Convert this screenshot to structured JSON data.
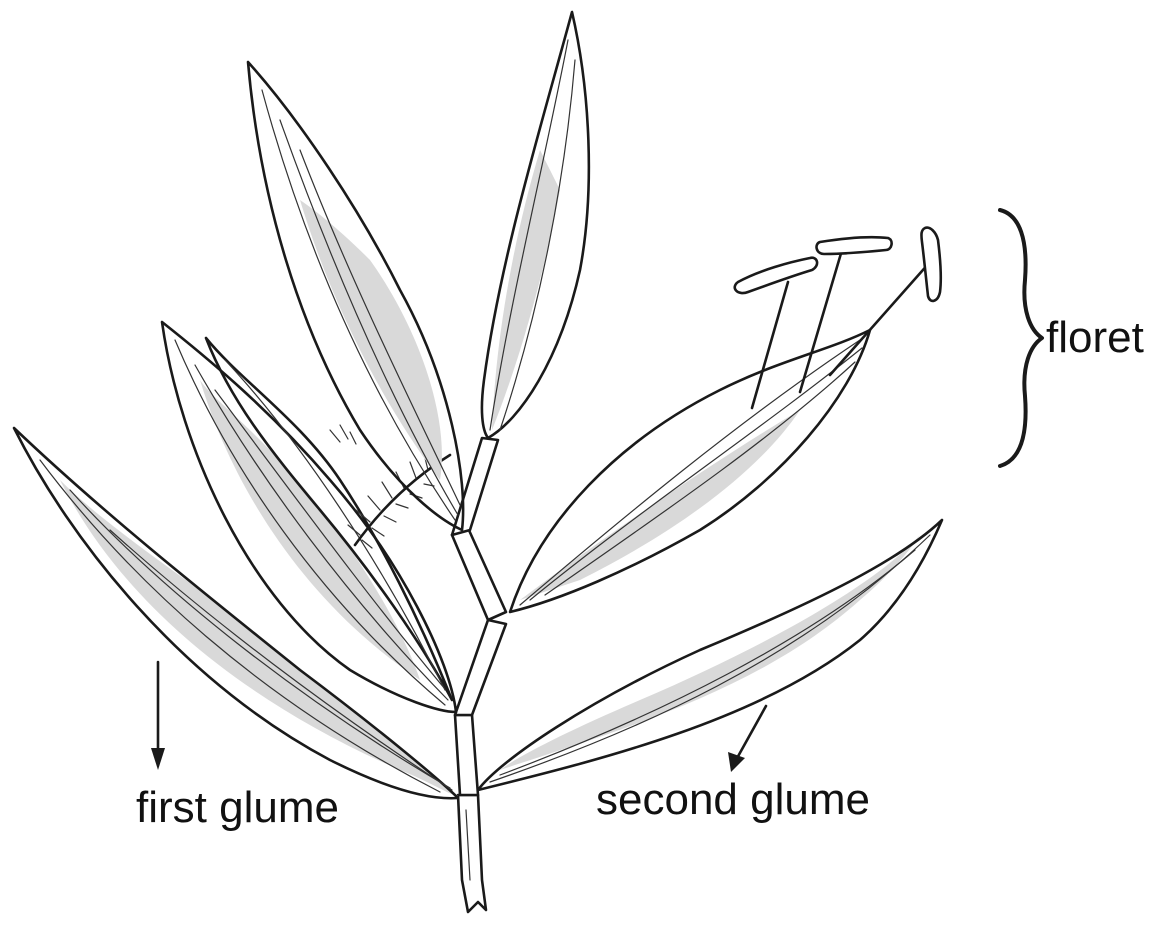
{
  "labels": {
    "floret": "floret",
    "first_glume": "first glume",
    "second_glume": "second glume"
  },
  "colors": {
    "ink": "#1a1a1a",
    "shading": "#d9d9d9",
    "background": "#ffffff"
  }
}
